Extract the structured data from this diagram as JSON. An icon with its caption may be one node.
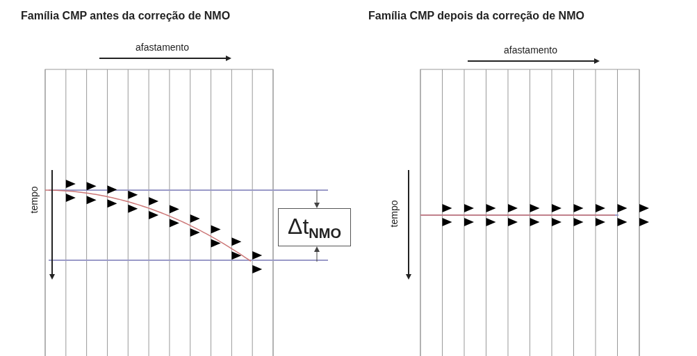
{
  "diagram": {
    "nodes": [
      {
        "text": [
          "Família CMP antes da correção de NMO"
        ]
      },
      {
        "text": [
          "Família CMP depois da correção de NMO"
        ]
      },
      {
        "text": [
          "Δt$_{NMO}$"
        ]
      }
    ],
    "labels": [
      "afastamento",
      "tempo",
      "afastamento",
      "tempo"
    ]
  }
}
